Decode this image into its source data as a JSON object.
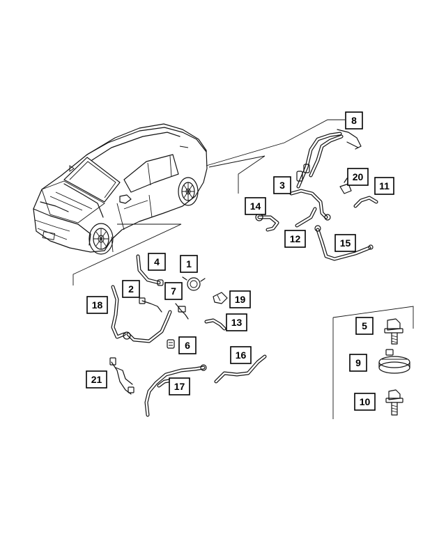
{
  "callouts": [
    {
      "id": "8",
      "label": "8"
    },
    {
      "id": "3",
      "label": "3"
    },
    {
      "id": "20",
      "label": "20"
    },
    {
      "id": "11",
      "label": "11"
    },
    {
      "id": "14",
      "label": "14"
    },
    {
      "id": "12",
      "label": "12"
    },
    {
      "id": "15",
      "label": "15"
    },
    {
      "id": "4",
      "label": "4"
    },
    {
      "id": "1",
      "label": "1"
    },
    {
      "id": "2",
      "label": "2"
    },
    {
      "id": "7",
      "label": "7"
    },
    {
      "id": "18",
      "label": "18"
    },
    {
      "id": "19",
      "label": "19"
    },
    {
      "id": "13",
      "label": "13"
    },
    {
      "id": "6",
      "label": "6"
    },
    {
      "id": "16",
      "label": "16"
    },
    {
      "id": "21",
      "label": "21"
    },
    {
      "id": "17",
      "label": "17"
    },
    {
      "id": "5",
      "label": "5"
    },
    {
      "id": "9",
      "label": "9"
    },
    {
      "id": "10",
      "label": "10"
    }
  ]
}
